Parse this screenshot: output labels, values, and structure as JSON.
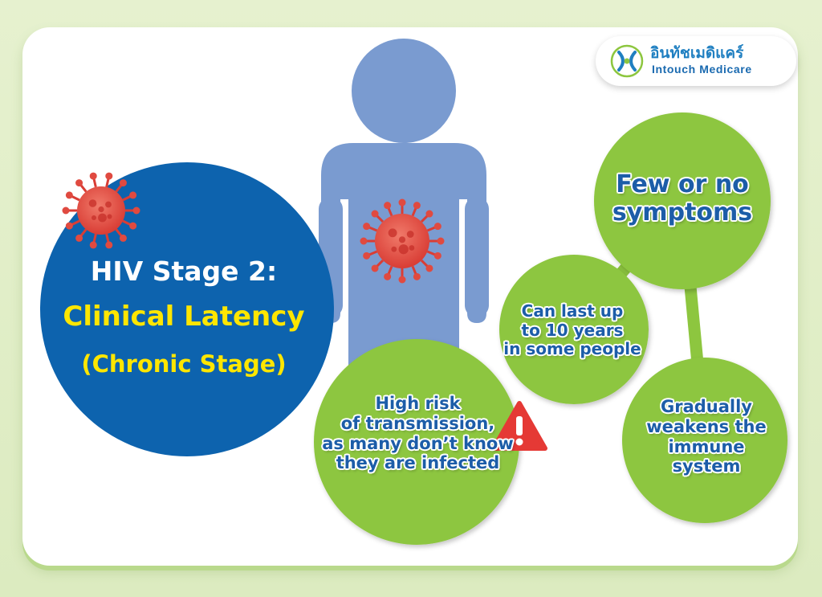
{
  "brand": {
    "name_thai": "อินทัชเมดิแคร์",
    "name_en": "Intouch Medicare",
    "colors": {
      "blue": "#1f7fc1",
      "green": "#8dc63f"
    }
  },
  "stage": {
    "title": "HIV Stage 2:",
    "name": "Clinical Latency",
    "subtitle": "(Chronic Stage)",
    "circle_color": "#0d63ae",
    "text_color_secondary": "#ffe600"
  },
  "figure": {
    "color": "#7a9bd0",
    "icons": [
      "virus-icon",
      "warning-icon"
    ]
  },
  "bubbles": {
    "few_symptoms": {
      "line1": "Few or no",
      "line2": "symptoms"
    },
    "duration": {
      "line1": "Can last up",
      "line2": "to 10 years",
      "line3": "in some people"
    },
    "immune": {
      "line1": "Gradually",
      "line2": "weakens the",
      "line3": "immune",
      "line4": "system"
    },
    "transmission": {
      "line1": "High risk",
      "line2": "of transmission,",
      "line3": "as many don’t know",
      "line4": "they are infected"
    },
    "fill_color": "#8dc63f",
    "text_color": "#1c5da8"
  }
}
